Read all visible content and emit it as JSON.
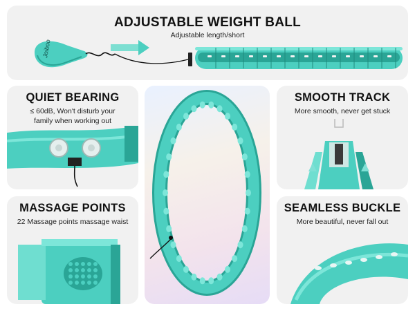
{
  "top": {
    "title": "ADJUSTABLE WEIGHT BALL",
    "subtitle": "Adjustable length/short",
    "ball_brand": "Joiboo"
  },
  "quiet_bearing": {
    "title": "QUIET BEARING",
    "line1": "≤ 60dB, Won't disturb your",
    "line2": "family when working out"
  },
  "massage_points": {
    "title": "MASSAGE POINTS",
    "subtitle": "22 Massage points massage waist"
  },
  "smooth_track": {
    "title": "SMOOTH TRACK",
    "subtitle": "More smooth, never get stuck"
  },
  "seamless_buckle": {
    "title": "SEAMLESS BUCKLE",
    "subtitle": "More beautiful, never fall out"
  },
  "colors": {
    "teal": "#4ccfc0",
    "teal_dark": "#2aa596",
    "panel_bg": "#f1f1f1"
  }
}
